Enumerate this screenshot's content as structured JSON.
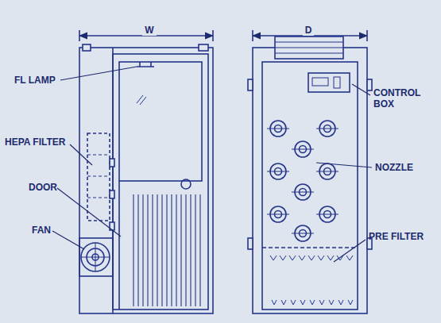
{
  "diagram": {
    "labels": [
      "W",
      "D",
      "FL LAMP",
      "HEPA FILTER",
      "DOOR",
      "FAN",
      "CONTROL BOX",
      "NOZZLE",
      "PRE FILTER"
    ]
  }
}
